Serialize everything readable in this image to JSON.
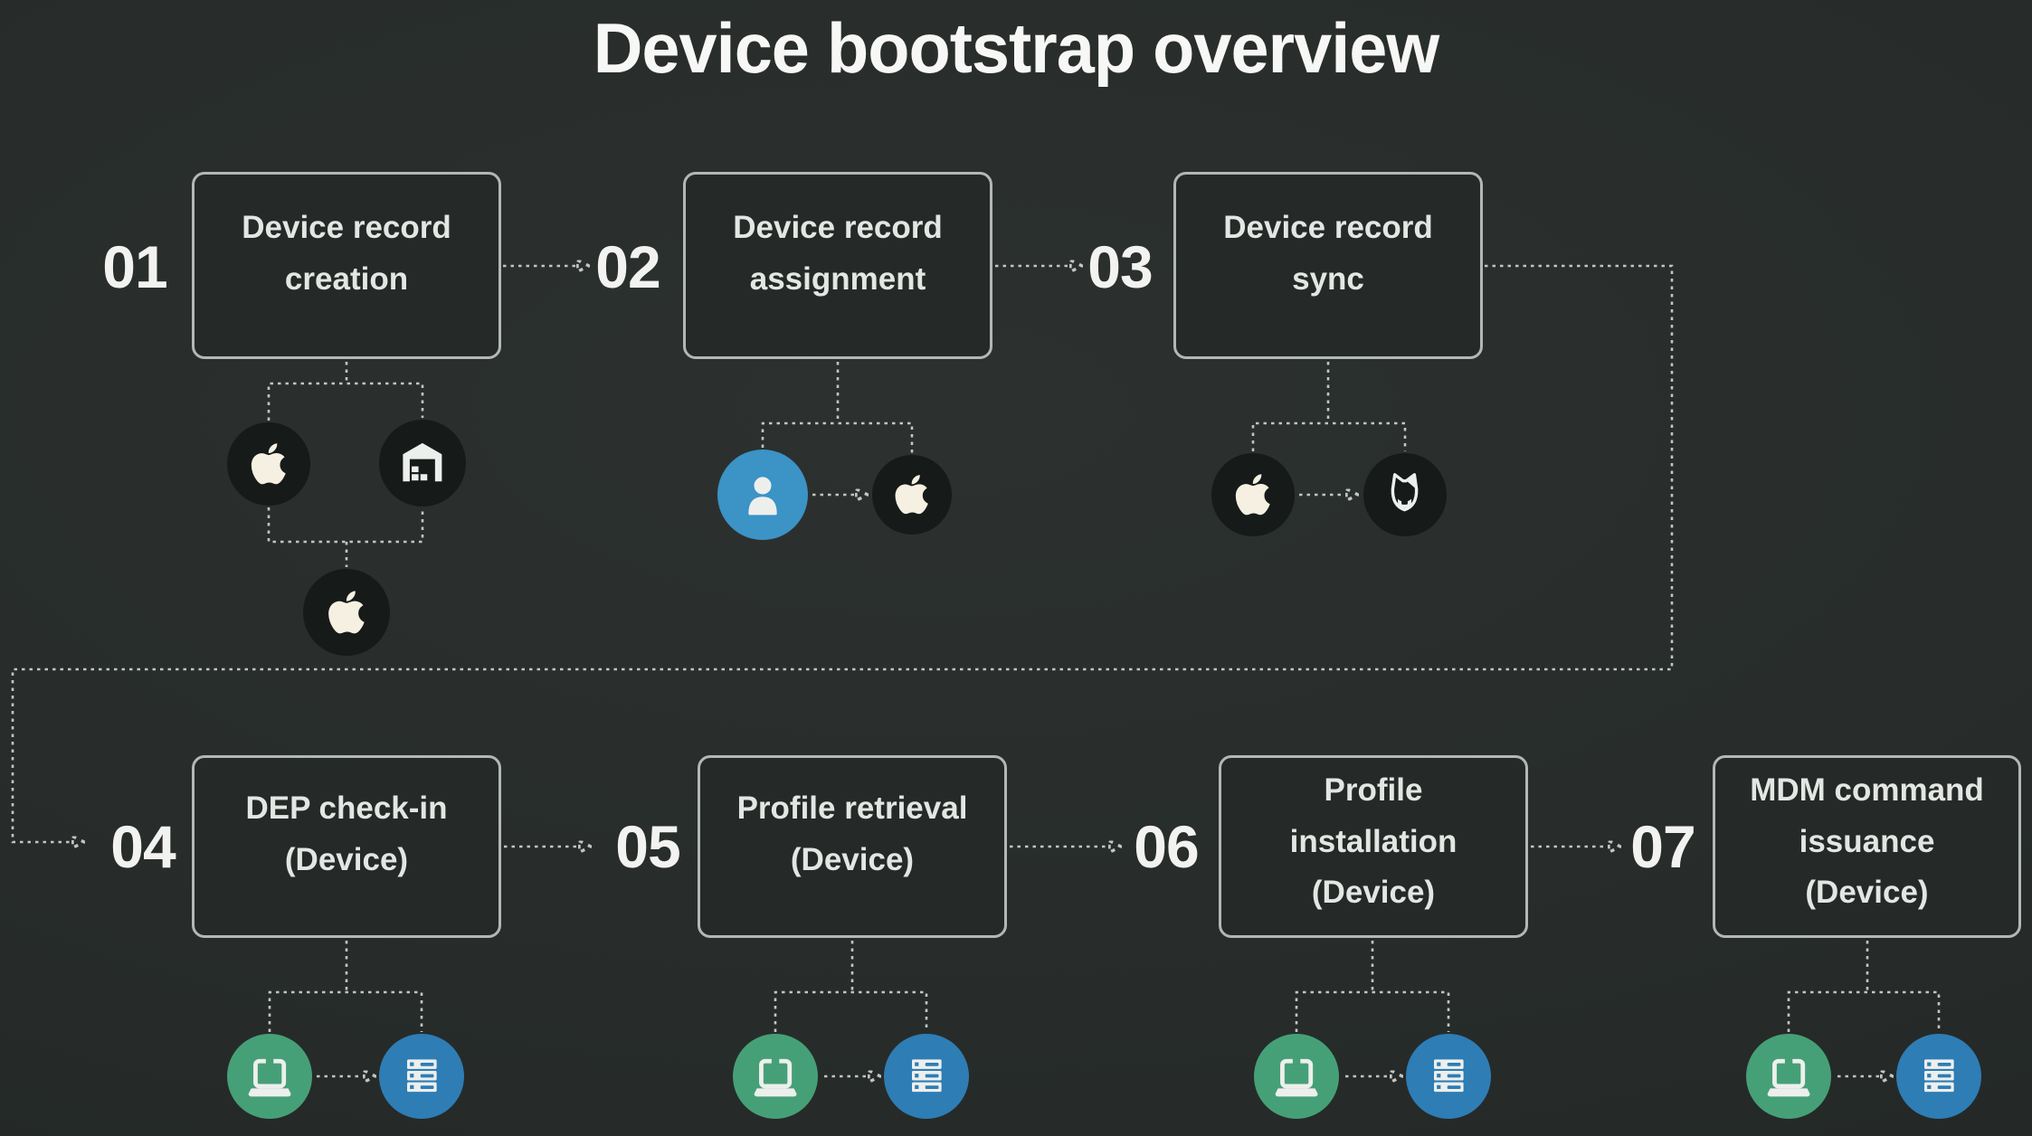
{
  "title": "Device bootstrap overview",
  "steps": [
    {
      "number": "01",
      "lines": [
        "Device record",
        "creation"
      ],
      "icons": [
        "apple-icon",
        "warehouse-icon",
        "apple-icon"
      ],
      "icon_flow": "apple-icon + warehouse-icon merge into apple-icon"
    },
    {
      "number": "02",
      "lines": [
        "Device record",
        "assignment"
      ],
      "icons": [
        "user-icon",
        "apple-icon"
      ],
      "icon_flow": "user-icon → apple-icon"
    },
    {
      "number": "03",
      "lines": [
        "Device record",
        "sync"
      ],
      "icons": [
        "apple-icon",
        "bulldog-icon"
      ],
      "icon_flow": "apple-icon → bulldog-icon"
    },
    {
      "number": "04",
      "lines": [
        "DEP check-in",
        "(Device)"
      ],
      "icons": [
        "laptop-icon",
        "server-icon"
      ],
      "icon_flow": "laptop-icon → server-icon"
    },
    {
      "number": "05",
      "lines": [
        "Profile retrieval",
        "(Device)"
      ],
      "icons": [
        "laptop-icon",
        "server-icon"
      ],
      "icon_flow": "laptop-icon → server-icon"
    },
    {
      "number": "06",
      "lines": [
        "Profile",
        "installation",
        "(Device)"
      ],
      "icons": [
        "laptop-icon",
        "server-icon"
      ],
      "icon_flow": "laptop-icon → server-icon"
    },
    {
      "number": "07",
      "lines": [
        "MDM command",
        "issuance",
        "(Device)"
      ],
      "icons": [
        "laptop-icon",
        "server-icon"
      ],
      "icon_flow": "laptop-icon → server-icon"
    }
  ],
  "connections": [
    "01 → 02",
    "02 → 03",
    "03 → 04 (long wrap-around connector)",
    "04 → 05",
    "05 → 06",
    "06 → 07"
  ],
  "colors": {
    "background": "#272c2a",
    "box_fill": "#252a28",
    "box_border": "#b3b7b5",
    "text": "#e4e6e3",
    "title": "#f7f8f6",
    "number": "#f2f3f1",
    "connector": "#c2c5c3",
    "dark_circle": "#161a19",
    "user_blue": "#3b93c6",
    "laptop_green": "#46a077",
    "server_blue": "#2e7db5",
    "icon_white": "#edefec",
    "apple_cream": "#f5f0e1"
  }
}
